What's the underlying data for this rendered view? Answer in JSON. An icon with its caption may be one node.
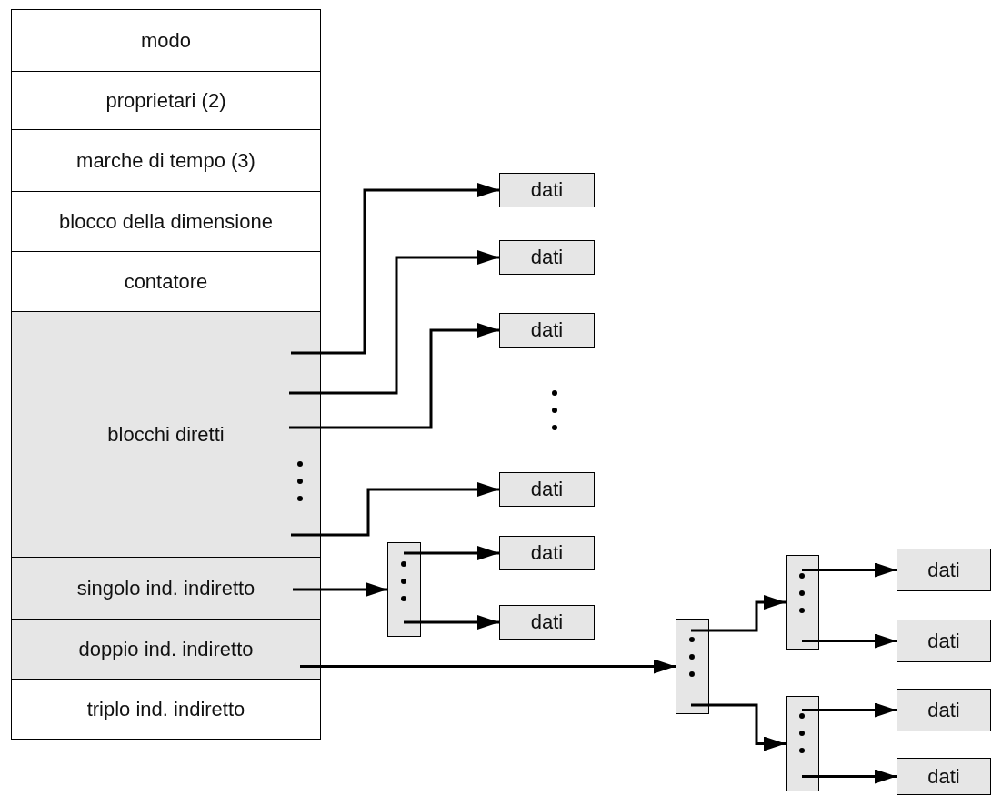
{
  "diagram": {
    "nodes": [
      {
        "text": [
          "modo"
        ]
      },
      {
        "text": [
          "proprietari (2)"
        ]
      },
      {
        "text": [
          "marche di tempo (3)"
        ]
      },
      {
        "text": [
          "blocco della dimensione"
        ]
      },
      {
        "text": [
          "contatore"
        ]
      },
      {
        "text": [
          "blocchi diretti"
        ]
      },
      {
        "text": [
          "singolo ind. indiretto"
        ]
      },
      {
        "text": [
          "doppio ind. indiretto"
        ]
      },
      {
        "text": [
          "triplo ind. indiretto"
        ]
      },
      {
        "text": [
          "dati"
        ]
      },
      {
        "text": [
          "dati"
        ]
      },
      {
        "text": [
          "dati"
        ]
      },
      {
        "text": [
          "dati"
        ]
      },
      {
        "text": [
          "dati"
        ]
      },
      {
        "text": [
          "dati"
        ]
      },
      {
        "text": [],
        "shape": "box"
      },
      {
        "text": [],
        "shape": "box"
      },
      {
        "text": [],
        "shape": "box"
      },
      {
        "text": [],
        "shape": "box"
      },
      {
        "text": [
          "dati"
        ]
      },
      {
        "text": [
          "dati"
        ]
      },
      {
        "text": [
          "dati"
        ]
      },
      {
        "text": [
          "dati"
        ]
      }
    ],
    "edges": [
      {
        "from": 5,
        "to": 9,
        "arrow": "to"
      },
      {
        "from": 5,
        "to": 10,
        "arrow": "to"
      },
      {
        "from": 5,
        "to": 11,
        "arrow": "to"
      },
      {
        "from": 5,
        "to": 12,
        "arrow": "to"
      },
      {
        "from": 6,
        "to": 15,
        "arrow": "to"
      },
      {
        "from": 15,
        "to": 13,
        "arrow": "to"
      },
      {
        "from": 15,
        "to": 14,
        "arrow": "to"
      },
      {
        "from": 7,
        "to": 16,
        "arrow": "to"
      },
      {
        "from": 16,
        "to": 17,
        "arrow": "to"
      },
      {
        "from": 16,
        "to": 18,
        "arrow": "to"
      },
      {
        "from": 17,
        "to": 19,
        "arrow": "to"
      },
      {
        "from": 17,
        "to": 20,
        "arrow": "to"
      },
      {
        "from": 18,
        "to": 21,
        "arrow": "to"
      },
      {
        "from": 18,
        "to": 22,
        "arrow": "to"
      }
    ]
  }
}
